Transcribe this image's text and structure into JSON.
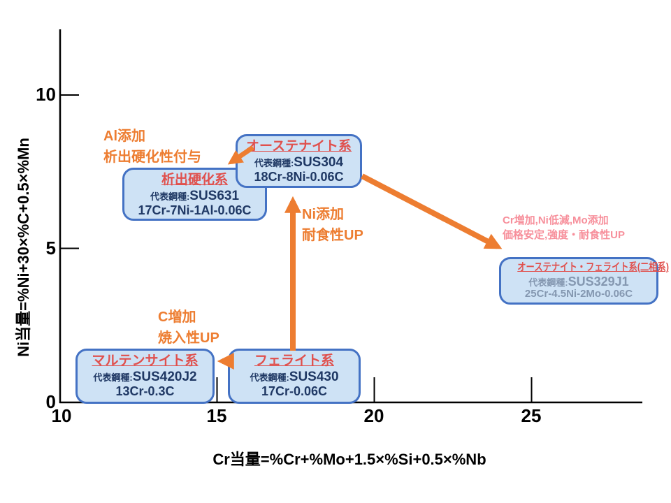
{
  "axes": {
    "x_label": "Cr当量=%Cr+%Mo+1.5×%Si+0.5×%Nb",
    "y_label": "Ni当量=%Ni+30×%C+0.5×%Mn",
    "x_ticks": [
      "10",
      "15",
      "20",
      "25"
    ],
    "y_ticks": [
      "10",
      "5",
      "0"
    ]
  },
  "boxes": {
    "austenitic": {
      "title": "オーステナイト系",
      "rep_label": "代表鋼種:",
      "rep_value": "SUS304",
      "composition": "18Cr-8Ni-0.06C"
    },
    "precipitation": {
      "title": "析出硬化系",
      "rep_label": "代表鋼種:",
      "rep_value": "SUS631",
      "composition": "17Cr-7Ni-1Al-0.06C"
    },
    "duplex": {
      "title": "オーステナイト・フェライト系(二相系)",
      "rep_label": "代表鋼種:",
      "rep_value": "SUS329J1",
      "composition": "25Cr-4.5Ni-2Mo-0.06C"
    },
    "martensitic": {
      "title": "マルテンサイト系",
      "rep_label": "代表鋼種:",
      "rep_value": "SUS420J2",
      "composition": "13Cr-0.3C"
    },
    "ferritic": {
      "title": "フェライト系",
      "rep_label": "代表鋼種:",
      "rep_value": "SUS430",
      "composition": "17Cr-0.06C"
    }
  },
  "annotations": {
    "al_addition": {
      "line1": "Al添加",
      "line2": "析出硬化性付与"
    },
    "ni_addition": {
      "line1": "Ni添加",
      "line2": "耐食性UP"
    },
    "c_increase": {
      "line1": "C増加",
      "line2": "焼入性UP"
    },
    "cr_increase": {
      "line1": "Cr増加,Ni低減,Mo添加",
      "line2": "価格安定,強度・耐食性UP"
    }
  },
  "colors": {
    "box_fill": "#cee2f5",
    "box_border": "#4472c4",
    "title_red": "#e0504d",
    "body_navy": "#1f3864",
    "duplex_text_gray": "#8497b0",
    "arrow_orange": "#ed7d31",
    "annotation_pink": "#f78f9b",
    "axis_black": "#000000"
  },
  "chart_data": {
    "type": "scatter",
    "title": "",
    "xlabel": "Cr当量=%Cr+%Mo+1.5×%Si+0.5×%Nb",
    "ylabel": "Ni当量=%Ni+30×%C+0.5×%Mn",
    "xlim": [
      10,
      28.5
    ],
    "ylim": [
      0,
      12
    ],
    "x_ticks": [
      10,
      15,
      20,
      25
    ],
    "y_ticks": [
      0,
      5,
      10
    ],
    "grid": false,
    "legend": "none",
    "points": [
      {
        "label": "オーステナイト系 (SUS304, 18Cr-8Ni-0.06C)",
        "x": 17.5,
        "y": 7.9
      },
      {
        "label": "析出硬化系 (SUS631, 17Cr-7Ni-1Al-0.06C)",
        "x": 14.3,
        "y": 6.8
      },
      {
        "label": "オーステナイト・フェライト系(二相系) (SUS329J1, 25Cr-4.5Ni-2Mo-0.06C)",
        "x": 26.5,
        "y": 4.0
      },
      {
        "label": "マルテンサイト系 (SUS420J2, 13Cr-0.3C)",
        "x": 12.7,
        "y": 0.9
      },
      {
        "label": "フェライト系 (SUS430, 17Cr-0.06C)",
        "x": 17.4,
        "y": 0.9
      }
    ],
    "arrows": [
      {
        "from": "フェライト系",
        "to": "オーステナイト系",
        "label": "Ni添加 耐食性UP"
      },
      {
        "from": "フェライト系",
        "to": "マルテンサイト系",
        "label": "C増加 焼入性UP"
      },
      {
        "from": "オーステナイト系",
        "to": "析出硬化系",
        "label": "Al添加 析出硬化性付与"
      },
      {
        "from": "オーステナイト系",
        "to": "オーステナイト・フェライト系(二相系)",
        "label": "Cr増加,Ni低減,Mo添加 価格安定,強度・耐食性UP"
      }
    ]
  }
}
